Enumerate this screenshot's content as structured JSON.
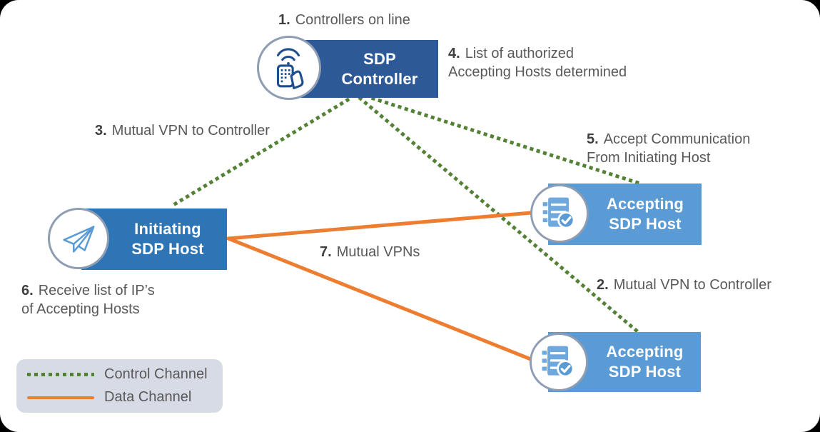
{
  "diagram_title": "SDP (Software Defined Perimeter) workflow diagram",
  "nodes": {
    "controller": {
      "title": "SDP\nController",
      "icon": "remote-control-icon"
    },
    "initiating": {
      "title": "Initiating\nSDP Host",
      "icon": "paper-plane-icon"
    },
    "accepting1": {
      "title": "Accepting\nSDP Host",
      "icon": "server-check-icon"
    },
    "accepting2": {
      "title": "Accepting\nSDP Host",
      "icon": "server-check-icon"
    }
  },
  "steps": [
    {
      "num": "1.",
      "text": "Controllers on line"
    },
    {
      "num": "2.",
      "text": "Mutual VPN to Controller"
    },
    {
      "num": "3.",
      "text": "Mutual VPN to Controller"
    },
    {
      "num": "4.",
      "text": "List of authorized\nAccepting Hosts determined"
    },
    {
      "num": "5.",
      "text": "Accept Communication\nFrom Initiating Host"
    },
    {
      "num": "6.",
      "text": "Receive list of IP’s\nof Accepting Hosts"
    },
    {
      "num": "7.",
      "text": "Mutual VPNs"
    }
  ],
  "legend": {
    "control_label": "Control Channel",
    "data_label": "Data Channel"
  },
  "colors": {
    "control_channel_green": "#538135",
    "data_channel_orange": "#ed7d31",
    "controller_box_blue": "#2d5a96",
    "initiating_box_blue": "#2e75b6",
    "accepting_box_blue": "#5b9bd5",
    "legend_background": "#d7dbe5",
    "label_text_gray": "#595959"
  }
}
